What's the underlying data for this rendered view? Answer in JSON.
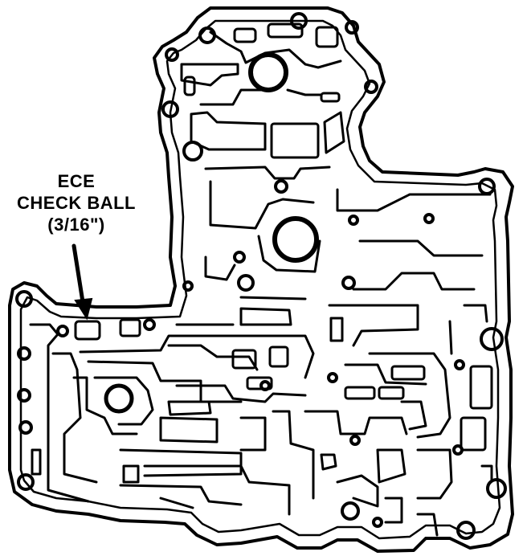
{
  "callout": {
    "line1": "ECE",
    "line2": "CHECK BALL",
    "line3": "(3/16\")"
  },
  "colors": {
    "ink": "#000000",
    "paper": "#ffffff"
  }
}
